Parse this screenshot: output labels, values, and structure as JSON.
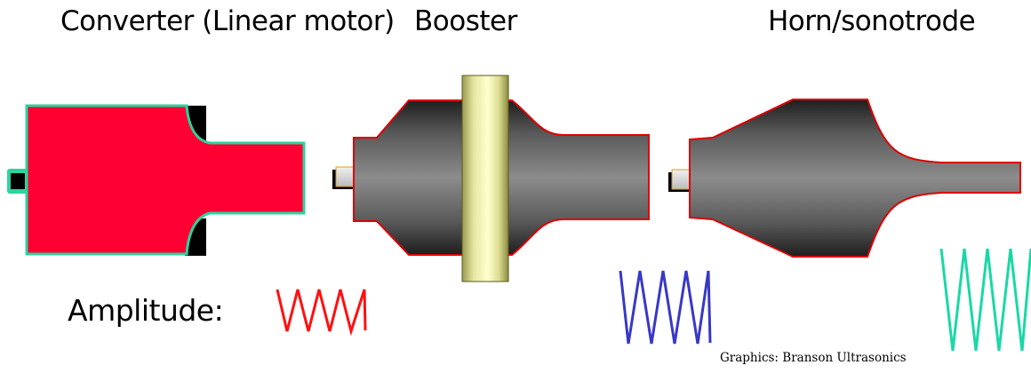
{
  "labels": {
    "converter": "Converter (Linear motor)",
    "booster": "Booster",
    "horn": "Horn/sonotrode",
    "amplitude": "Amplitude:",
    "credit": "Graphics: Branson Ultrasonics"
  },
  "colors": {
    "converter_fill": "#ff0033",
    "converter_outline": "#2ad4a0",
    "metal_outline": "#e00000",
    "clamp_ring": "#eaeaa0",
    "wave_converter": "#ff1010",
    "wave_booster": "#3838c8",
    "wave_horn": "#1ad8a6"
  },
  "amplitude": {
    "converter_relative": 1.0,
    "booster_relative": 1.7,
    "horn_relative": 2.4,
    "cycles": 4
  }
}
